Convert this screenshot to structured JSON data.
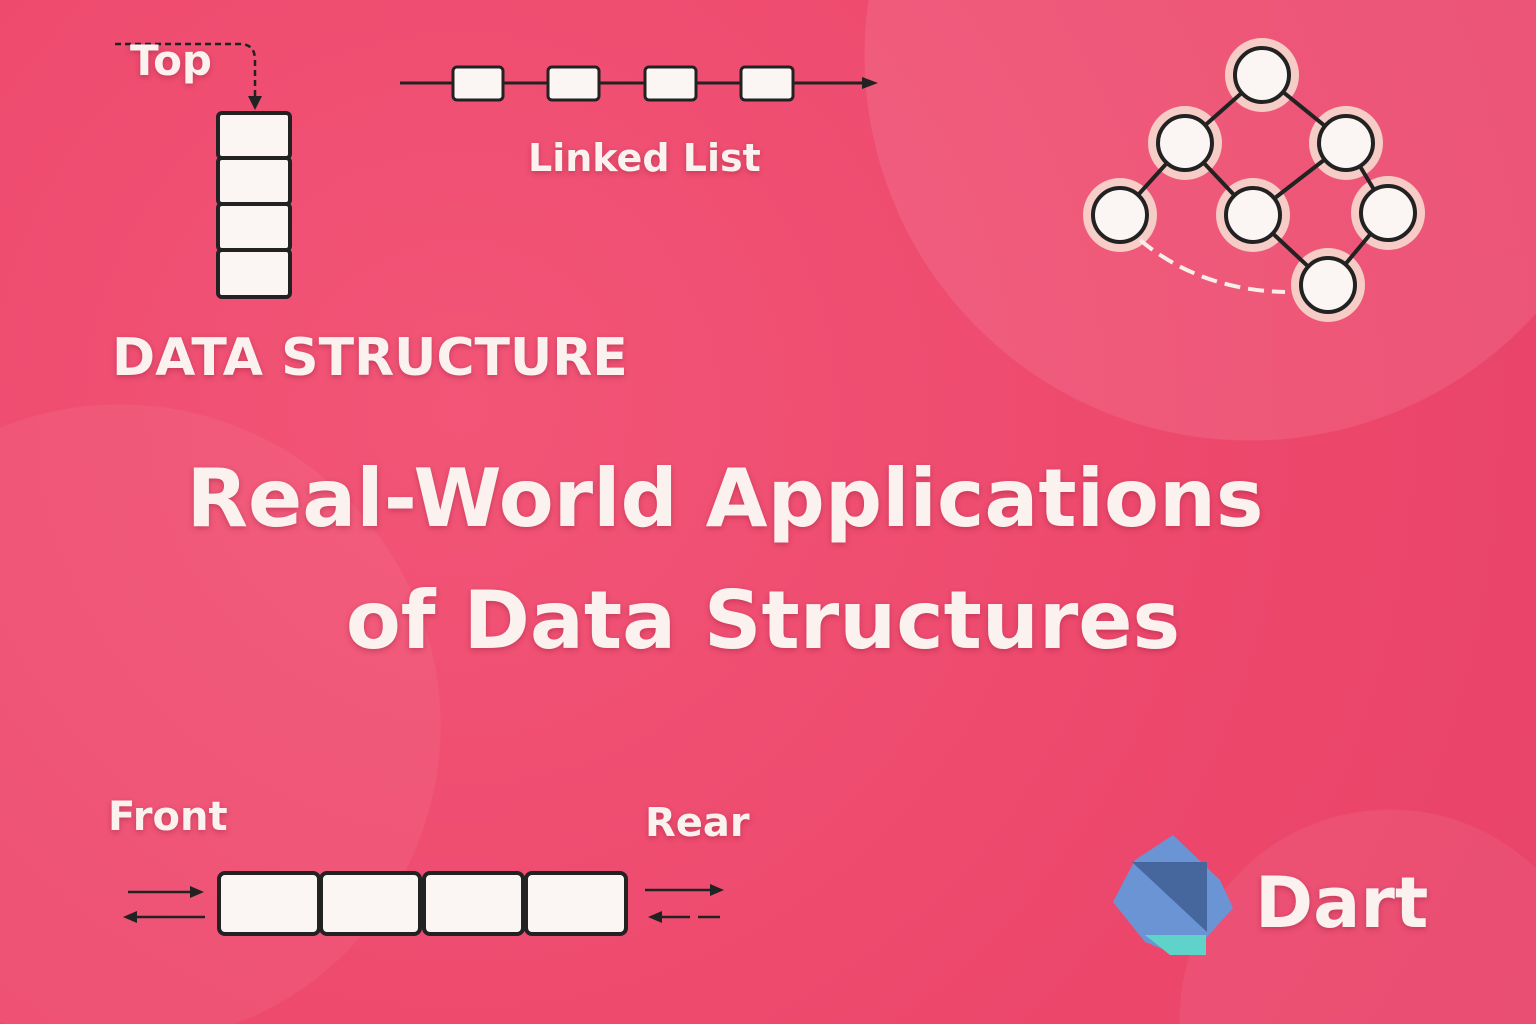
{
  "stack": {
    "label": "Top"
  },
  "linked_list": {
    "label": "Linked List"
  },
  "section_label": "DATA STRUCTURE",
  "title": {
    "line1": "Real-World Applications",
    "line2": "of Data Structures"
  },
  "queue": {
    "front_label": "Front",
    "rear_label": "Rear"
  },
  "logo": {
    "text": "Dart"
  },
  "colors": {
    "background": "#ef4a6e",
    "text": "#fbf1ee",
    "dart_blue": "#6a94d4",
    "dart_dark": "#45679e",
    "dart_teal": "#5fd3c9"
  }
}
